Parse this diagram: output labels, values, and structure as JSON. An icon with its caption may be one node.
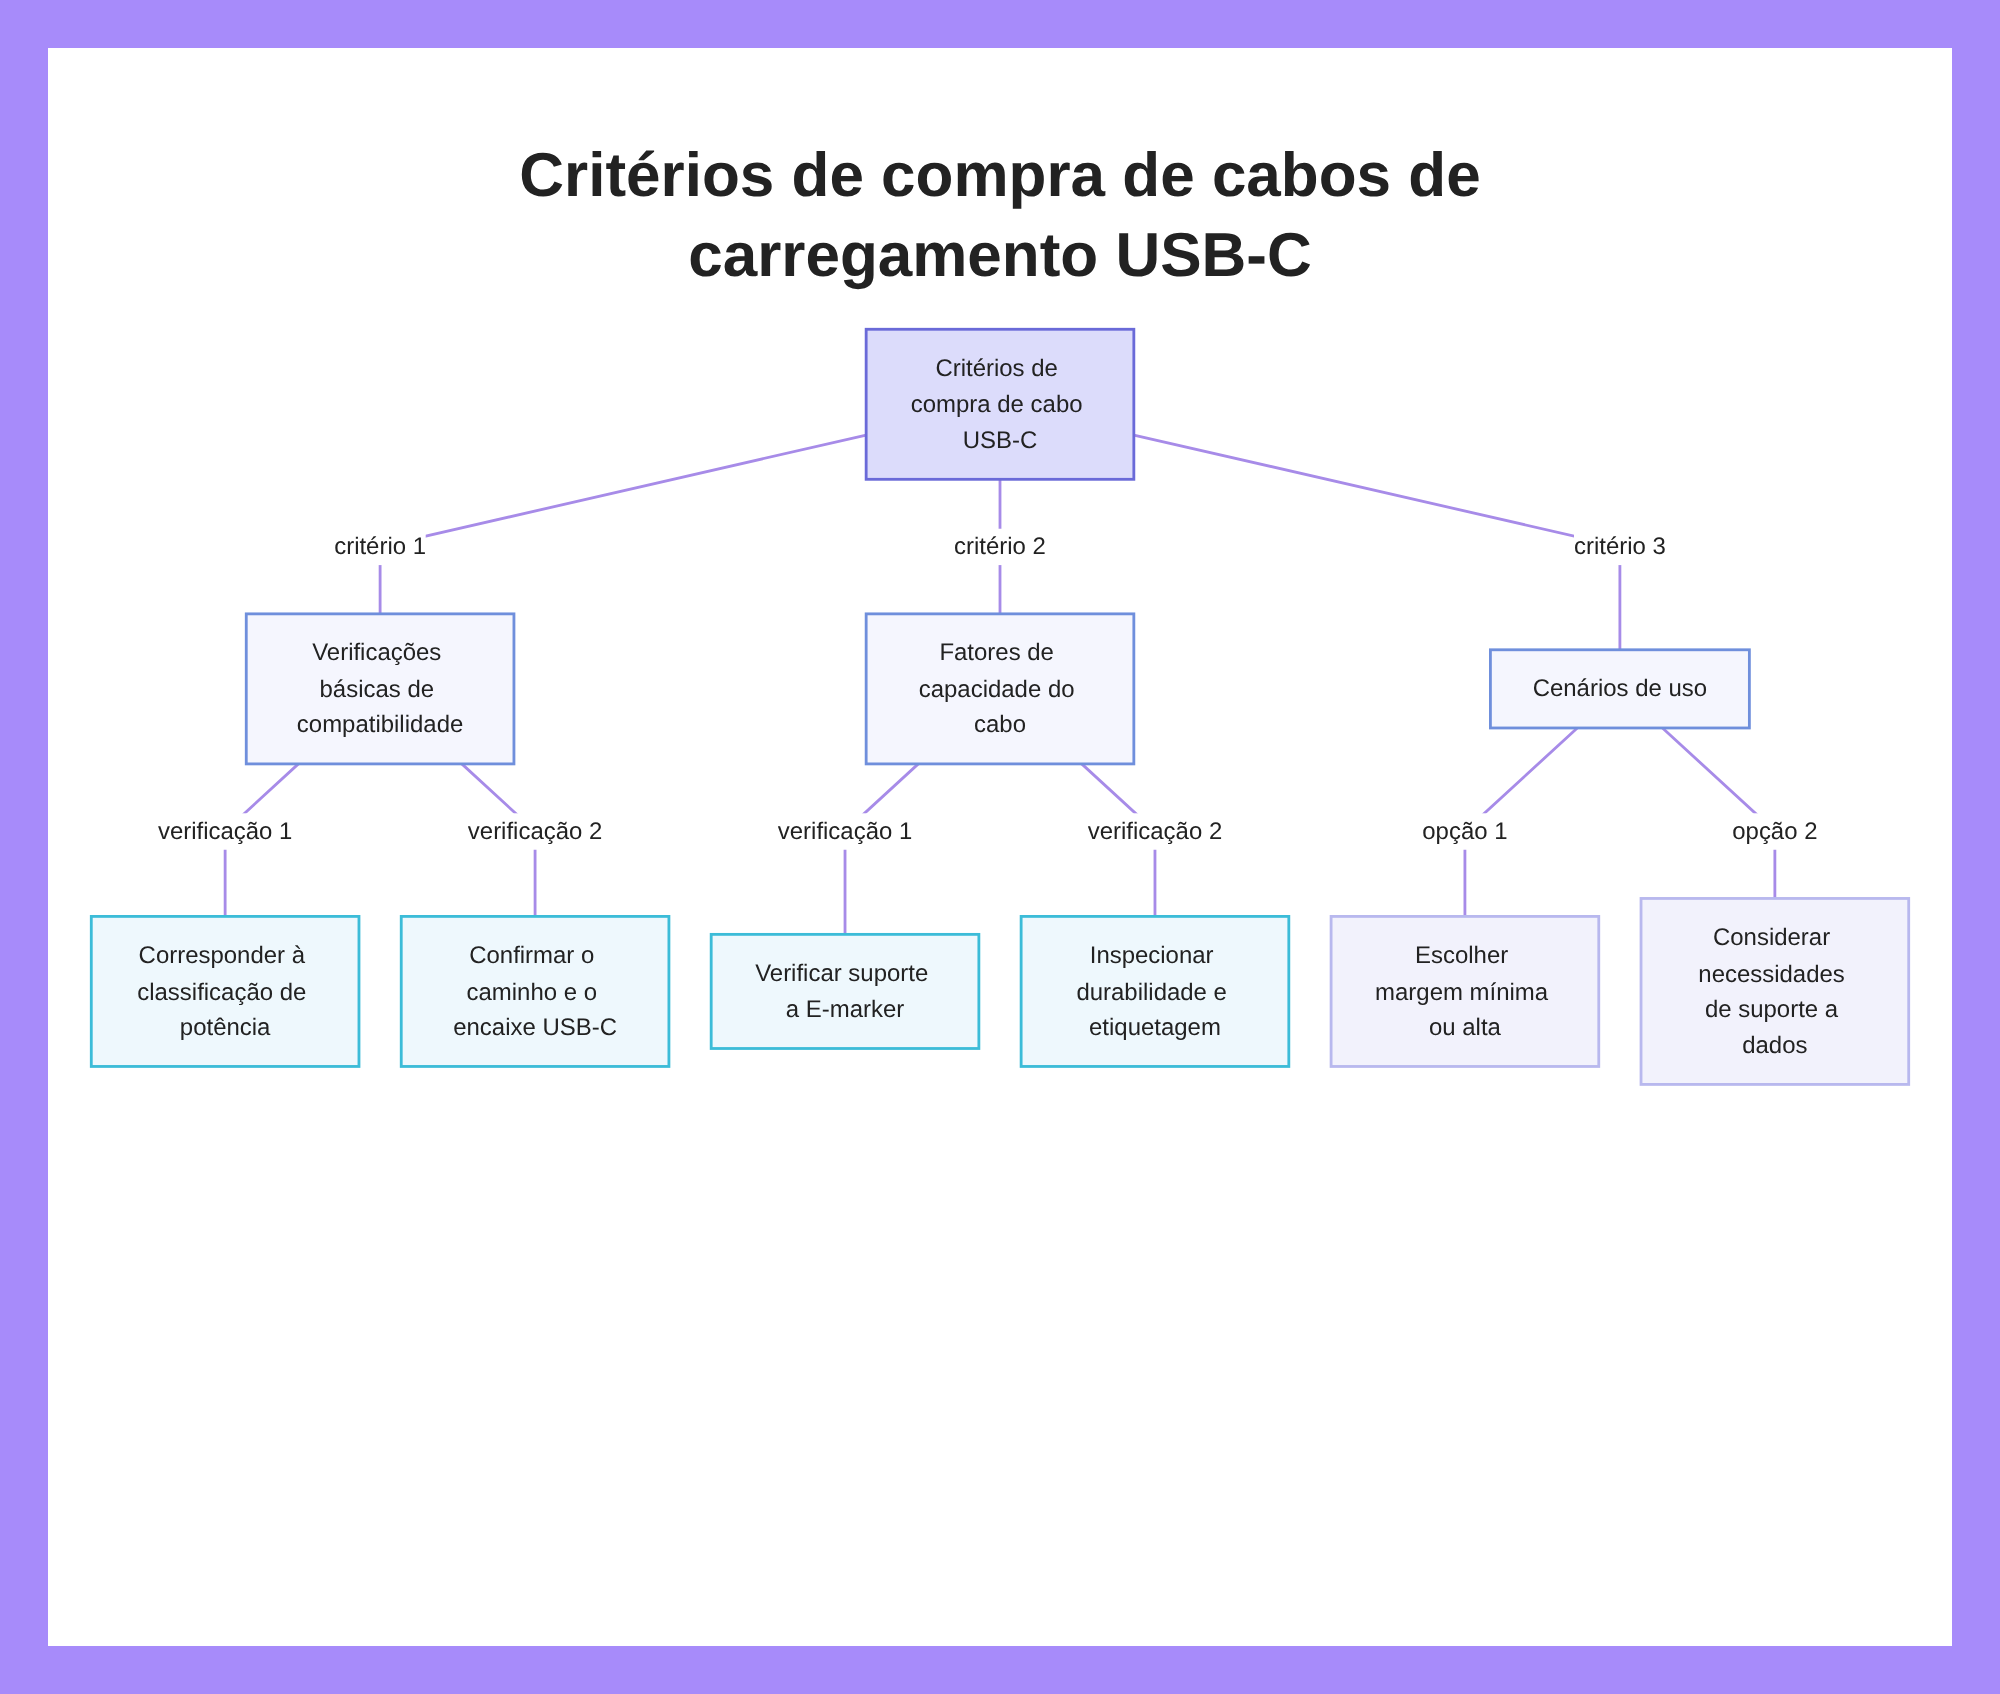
{
  "diagram": {
    "title": "Critérios de compra de cabos de carregamento USB-C",
    "nodes": [
      {
        "text": [
          "Critérios de compra de cabo USB-C"
        ]
      },
      {
        "text": [
          "Verificações básicas de compatibilidade"
        ]
      },
      {
        "text": [
          "Fatores de capacidade do cabo"
        ]
      },
      {
        "text": [
          "Cenários de uso"
        ]
      },
      {
        "text": [
          "Corresponder à classificação de potência"
        ]
      },
      {
        "text": [
          "Confirmar o caminho e o encaixe USB-C"
        ]
      },
      {
        "text": [
          "Verificar suporte a E-marker"
        ]
      },
      {
        "text": [
          "Inspecionar durabilidade e etiquetagem"
        ]
      },
      {
        "text": [
          "Escolher margem mínima ou alta"
        ]
      },
      {
        "text": [
          "Considerar necessidades de suporte a dados"
        ]
      }
    ],
    "edges": [
      {
        "from": 0,
        "to": 1,
        "arrow": "none",
        "label": "critério 1"
      },
      {
        "from": 0,
        "to": 2,
        "arrow": "none",
        "label": "critério 2"
      },
      {
        "from": 0,
        "to": 3,
        "arrow": "none",
        "label": "critério 3"
      },
      {
        "from": 1,
        "to": 4,
        "arrow": "none",
        "label": "verificação 1"
      },
      {
        "from": 1,
        "to": 5,
        "arrow": "none",
        "label": "verificação 2"
      },
      {
        "from": 2,
        "to": 6,
        "arrow": "none",
        "label": "verificação 1"
      },
      {
        "from": 2,
        "to": 7,
        "arrow": "none",
        "label": "verificação 2"
      },
      {
        "from": 3,
        "to": 8,
        "arrow": "none",
        "label": "opção 1"
      },
      {
        "from": 3,
        "to": 9,
        "arrow": "none",
        "label": "opção 2"
      }
    ]
  }
}
